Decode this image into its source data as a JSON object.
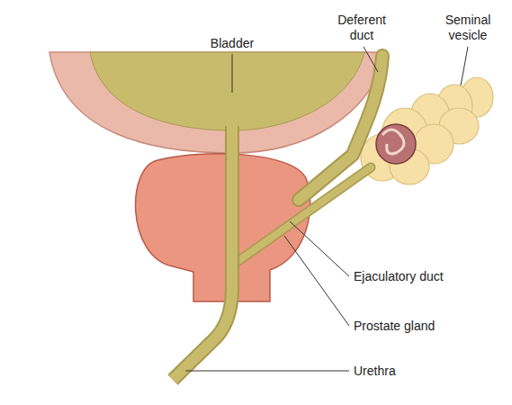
{
  "diagram": {
    "labels": [
      "Bladder",
      "Deferent duct",
      "Seminal vesicle",
      "Ejaculatory duct",
      "Prostate gland",
      "Urethra"
    ]
  }
}
